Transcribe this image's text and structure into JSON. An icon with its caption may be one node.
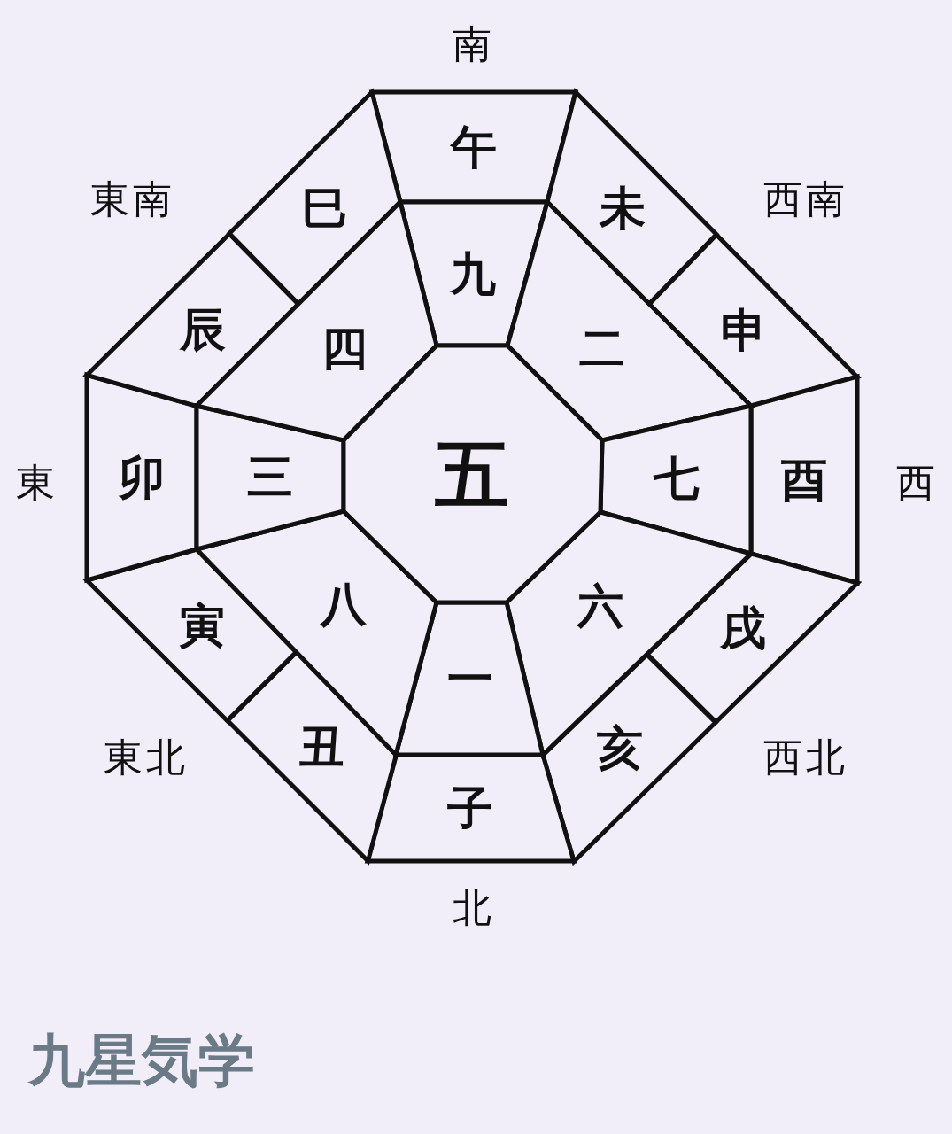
{
  "diagram": {
    "title": "九星気学",
    "nodes": [
      {
        "text": [
          "午"
        ]
      },
      {
        "text": [
          "未"
        ]
      },
      {
        "text": [
          "申"
        ]
      },
      {
        "text": [
          "酉"
        ]
      },
      {
        "text": [
          "戌"
        ]
      },
      {
        "text": [
          "亥"
        ]
      },
      {
        "text": [
          "子"
        ]
      },
      {
        "text": [
          "丑"
        ]
      },
      {
        "text": [
          "寅"
        ]
      },
      {
        "text": [
          "卯"
        ]
      },
      {
        "text": [
          "辰"
        ]
      },
      {
        "text": [
          "巳"
        ]
      },
      {
        "text": [
          "九"
        ]
      },
      {
        "text": [
          "二"
        ]
      },
      {
        "text": [
          "七"
        ]
      },
      {
        "text": [
          "六"
        ]
      },
      {
        "text": [
          "一"
        ]
      },
      {
        "text": [
          "八"
        ]
      },
      {
        "text": [
          "三"
        ]
      },
      {
        "text": [
          "四"
        ]
      },
      {
        "text": [
          "五"
        ]
      }
    ],
    "labels": [
      "南",
      "東南",
      "西南",
      "東",
      "西",
      "東北",
      "西北",
      "北"
    ]
  }
}
